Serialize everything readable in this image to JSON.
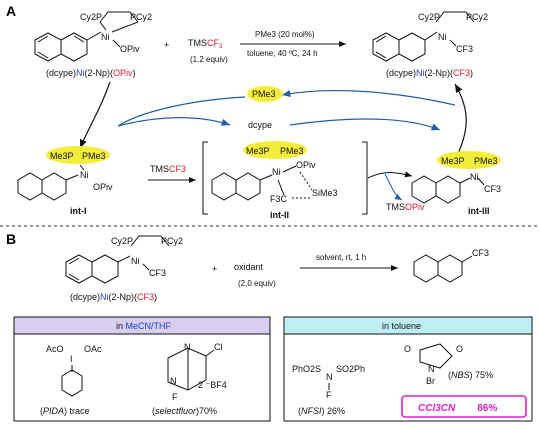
{
  "panel_a": {
    "label": "A",
    "complex1": {
      "top": "Cy2P",
      "top2": "PCy2",
      "ni": "Ni",
      "opiv": "OPiv",
      "name_pre": "(dcype)",
      "name_ni": "Ni",
      "name_mid": "(2-Np)(",
      "name_x": "OPiv",
      "name_post": ")"
    },
    "plus": "+",
    "reagent": {
      "pre": "TMS",
      "cf3": "CF",
      "sub": "3",
      "equiv": "(1.2 equiv)"
    },
    "conditions_top": "PMe3 (20 mol%)",
    "conditions_bottom": "toluene, 40 ºC, 24 h",
    "product": {
      "top": "Cy2P",
      "top2": "PCy2",
      "ni": "Ni",
      "cf3": "CF3",
      "name_pre": "(dcype)",
      "name_ni": "Ni",
      "name_mid": "(2-Np)(",
      "name_x": "CF3",
      "name_post": ")"
    },
    "cycle_pme3": "PMe3",
    "cycle_dcype": "dcype",
    "int1": {
      "me3p": "Me3P",
      "pme3": "PMe3",
      "ni": "Ni",
      "opiv": "OPiv",
      "label": "int-I"
    },
    "step_reagent": {
      "pre": "TMS",
      "cf3": "CF3"
    },
    "int2": {
      "me3p": "Me3P",
      "pme3": "PMe3",
      "ni": "Ni",
      "opiv": "OPiv",
      "f3c": "F3C",
      "sime3": "SiMe3",
      "label": "int-II"
    },
    "byproduct": {
      "pre": "TMS",
      "opiv": "OPiv"
    },
    "int3": {
      "me3p": "Me3P",
      "pme3": "PMe3",
      "ni": "Ni",
      "cf3": "CF3",
      "label": "int-III"
    }
  },
  "panel_b": {
    "label": "B",
    "complex": {
      "top": "Cy2P",
      "top2": "PCy2",
      "ni": "Ni",
      "cf3": "CF3",
      "name_pre": "(dcype)",
      "name_ni": "Ni",
      "name_mid": "(2-Np)(",
      "name_x": "CF3",
      "name_post": ")"
    },
    "plus": "+",
    "oxidant": "oxidant",
    "equiv": "(2.0 equiv)",
    "conditions": "solvent, rt, 1 h",
    "product_cf3": "CF3",
    "box_left": {
      "header_pre": "in ",
      "header_solvent": "MeCN/THF",
      "pida": {
        "aco": "AcO",
        "i": "I",
        "oac": "OAc",
        "name": "PIDA",
        "result": "trace"
      },
      "selectfluor": {
        "cl": "Cl",
        "n1": "N",
        "n2": "N",
        "f": "F",
        "bf4": "2 ⁻BF4",
        "name": "selectfluor",
        "result": "70%"
      }
    },
    "box_right": {
      "header": "in toluene",
      "nfsi": {
        "text1": "PhO2S",
        "n": "N",
        "text2": "SO2Ph",
        "f": "F",
        "name": "NFSI",
        "result": "26%"
      },
      "nbs": {
        "o1": "O",
        "o2": "O",
        "n": "N",
        "br": "Br",
        "name": "NBS",
        "result": "75%"
      },
      "ccl3cn": {
        "name": "CCl3CN",
        "result": "86%"
      }
    }
  },
  "colors": {
    "ni_blue": "#1a3fd1",
    "cf3_red": "#e0192a",
    "magenta": "#e020c8",
    "highlight_yellow": "#f4ee3a",
    "arrow_blue": "#1f5fa8",
    "box_left_header": "#d8cfee",
    "box_right_header": "#bfeff3"
  }
}
